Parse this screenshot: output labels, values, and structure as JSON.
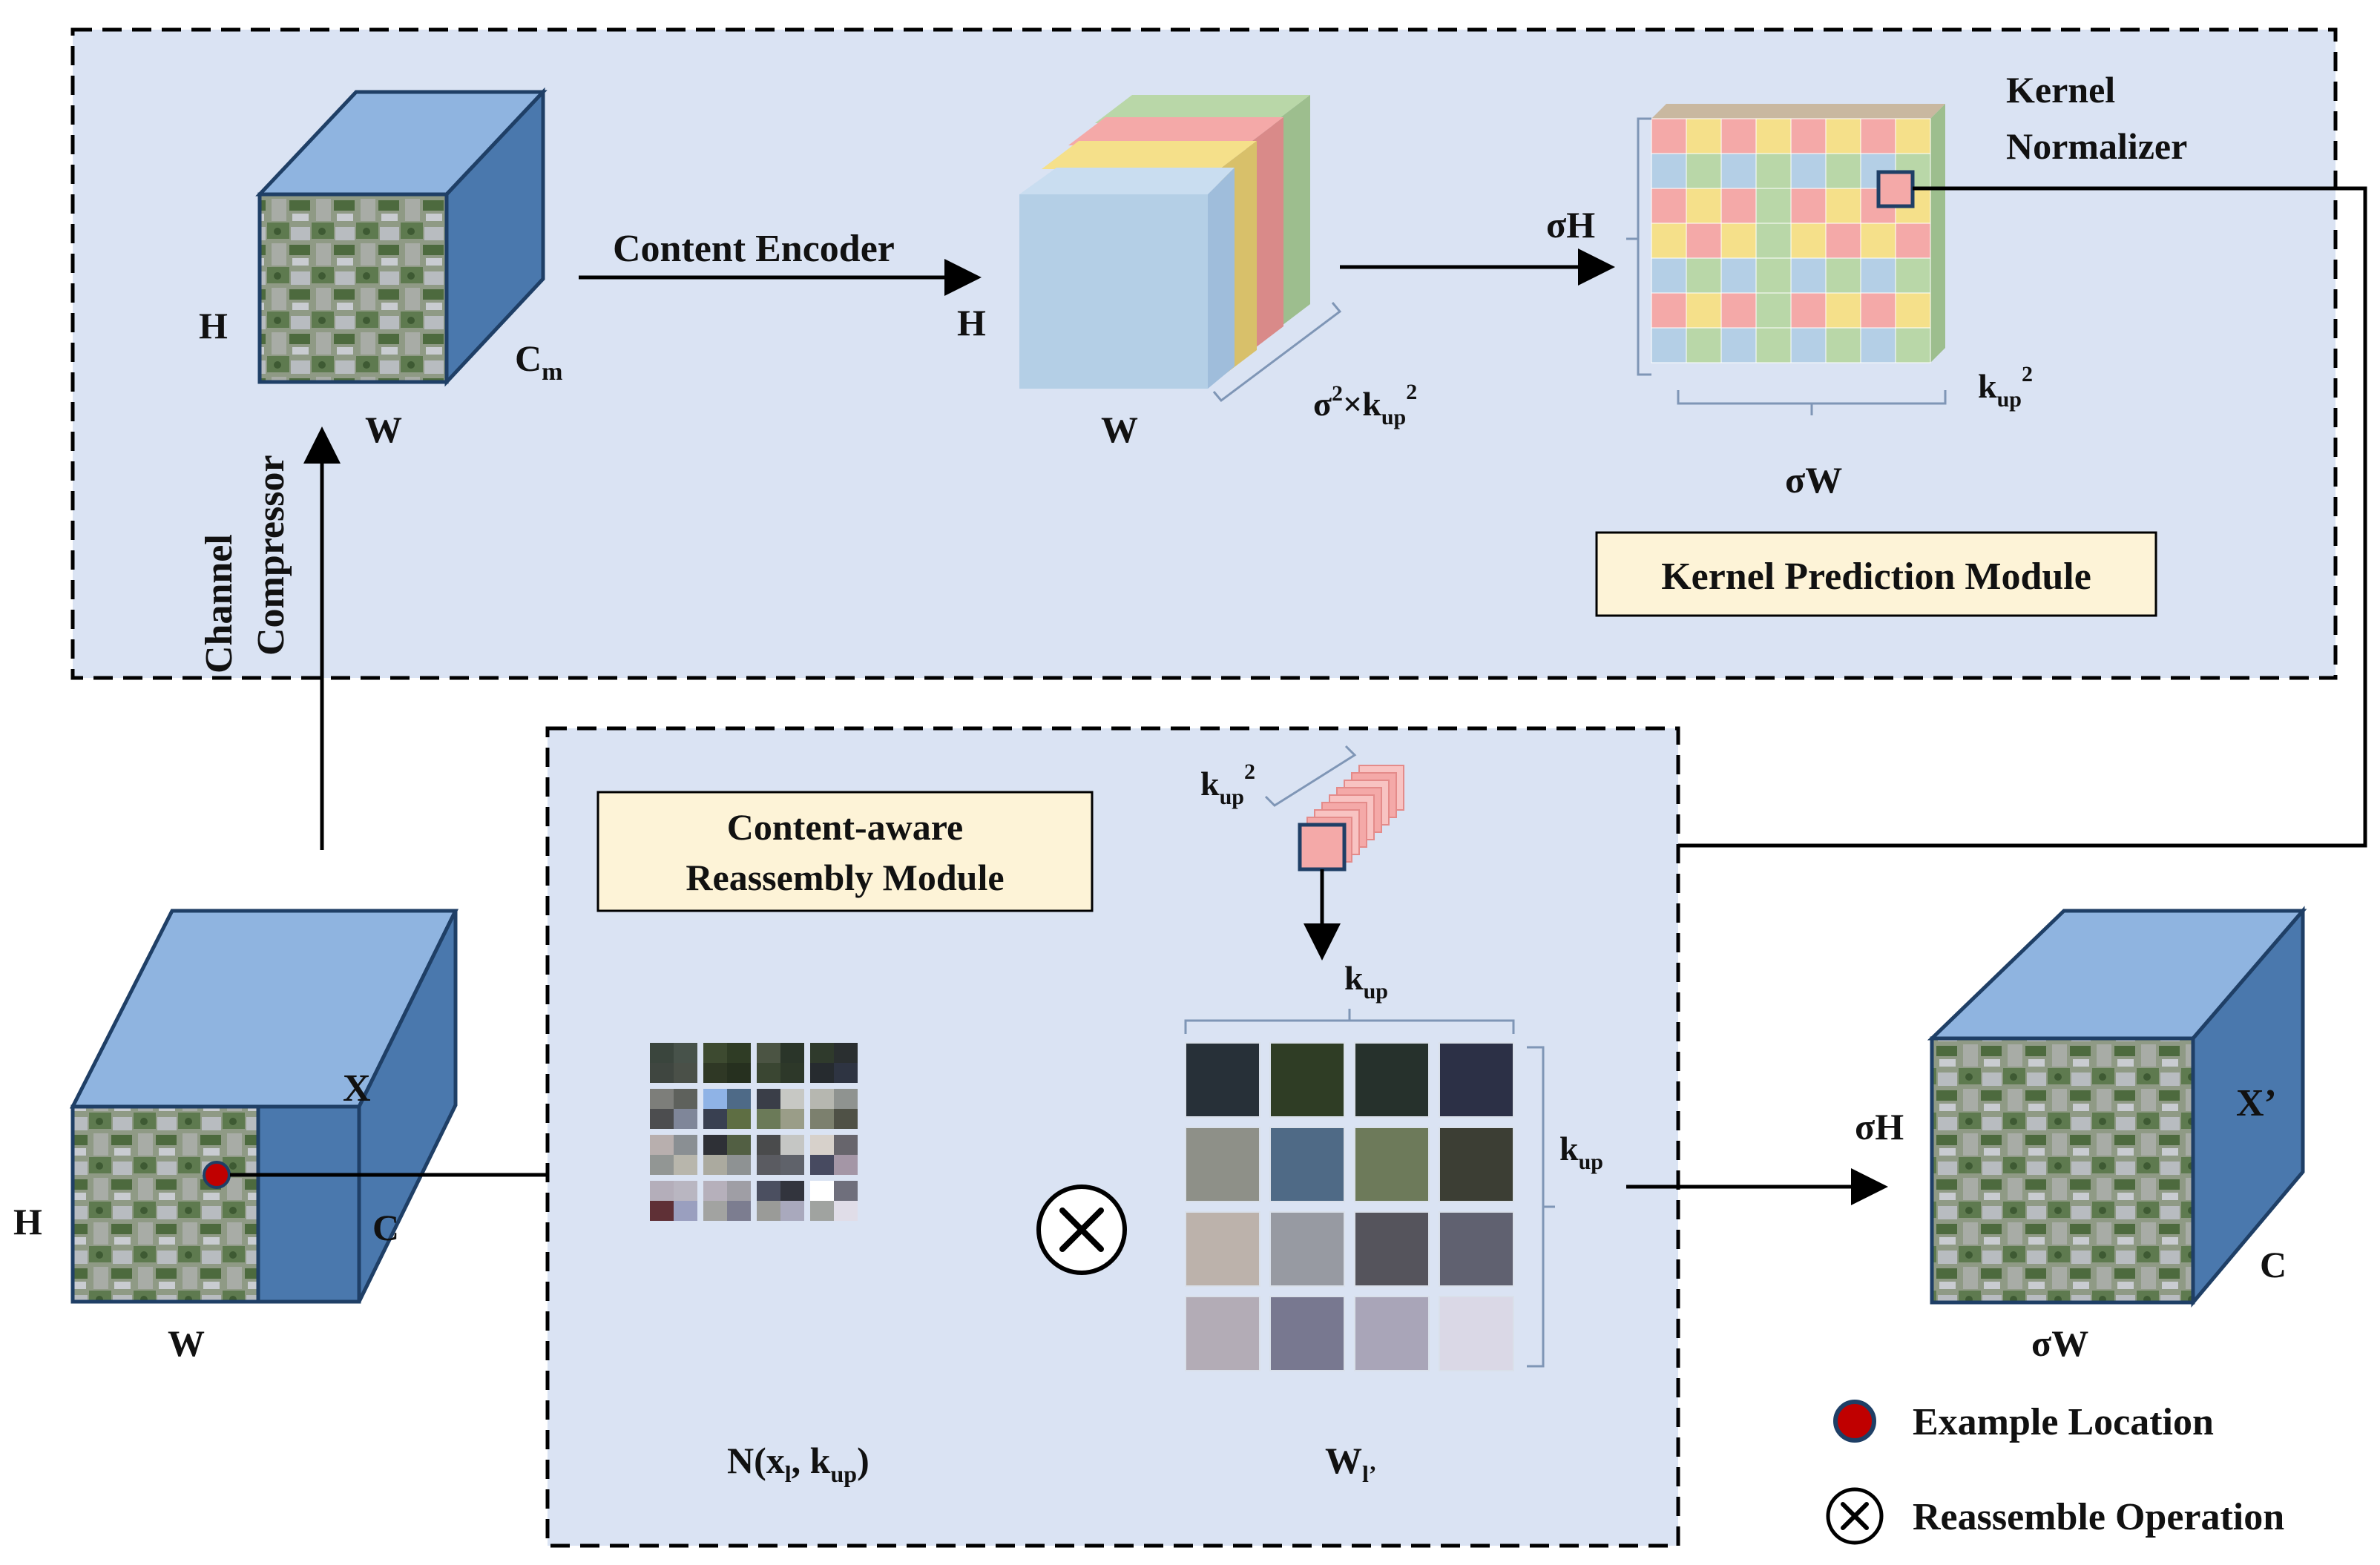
{
  "kernel_prediction_module": {
    "title": "Kernel Prediction Module",
    "content_encoder": "Content Encoder",
    "kernel_normalizer_line1": "Kernel",
    "kernel_normalizer_line2": "Normalizer",
    "cube_h": "H",
    "cube_w": "W",
    "cube_c_main": "C",
    "cube_c_sub": "m",
    "enc_h": "H",
    "enc_w": "W",
    "enc_depth_sigma": "σ",
    "enc_depth_sup": "2",
    "enc_depth_times": "×",
    "enc_depth_k": "k",
    "enc_depth_sub": "up",
    "enc_depth_sup2": "2",
    "kernel_sigma_h": "σH",
    "kernel_sigma_w": "σW",
    "kernel_depth_k": "k",
    "kernel_depth_sub": "up",
    "kernel_depth_sup": "2"
  },
  "channel_compressor": {
    "line1": "Channel",
    "line2": "Compressor"
  },
  "input_cube": {
    "label": "X",
    "h": "H",
    "w": "W",
    "c": "C"
  },
  "reassembly_module": {
    "title_line1": "Content-aware",
    "title_line2": "Reassembly Module",
    "kernel_depth_k": "k",
    "kernel_depth_sub": "up",
    "kernel_depth_sup": "2",
    "kup_top_k": "k",
    "kup_top_sub": "up",
    "kup_right_k": "k",
    "kup_right_sub": "up",
    "neighborhood_prefix": "N(x",
    "neighborhood_sub_l": "l",
    "neighborhood_mid": ", k",
    "neighborhood_sub_up": "up",
    "neighborhood_suffix": ")",
    "weights_main": "W",
    "weights_sub": "l’",
    "operator_symbol": "⊗"
  },
  "output_cube": {
    "label": "X’",
    "h": "σH",
    "w": "σW",
    "c": "C"
  },
  "legend": {
    "example_location": "Example Location",
    "reassemble_operation": "Reassemble Operation"
  },
  "colors": {
    "panel_bg": "#dae3f3",
    "cube_front": "#5b8fc9",
    "cube_top": "#8fb4e0",
    "cube_side": "#4a78ad",
    "kernel_red": "#f4a9a8",
    "kernel_yellow": "#f5e08a",
    "kernel_green": "#b9d7a8",
    "kernel_blue": "#b4cfe6",
    "label_box": "#fdf3d7",
    "red_dot": "#c00000"
  }
}
